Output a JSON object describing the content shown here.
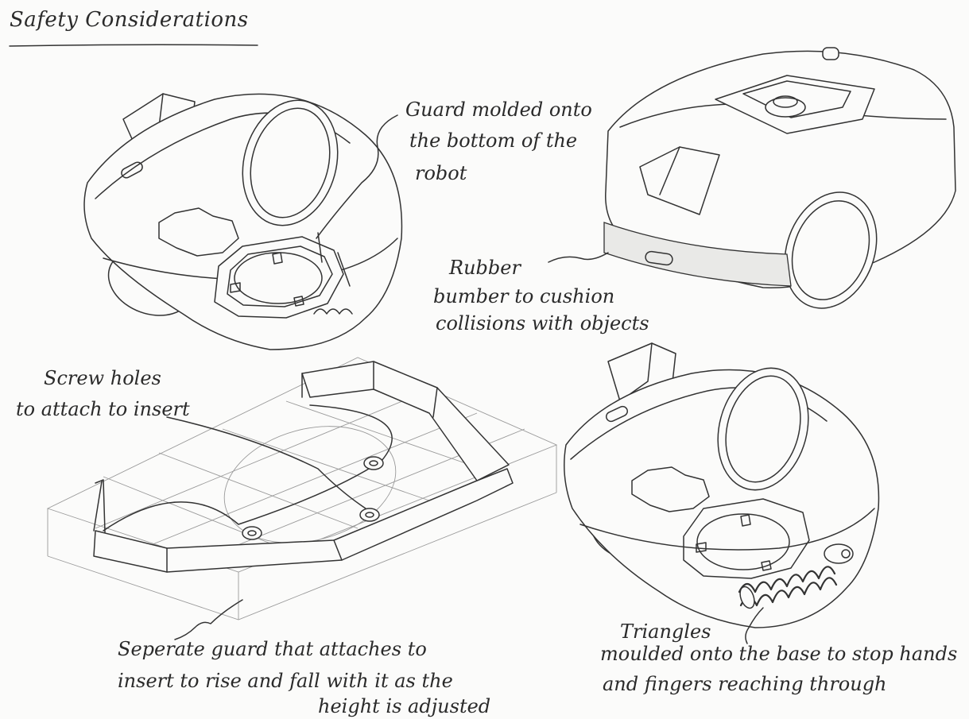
{
  "title": "Safety Considerations",
  "annotations": {
    "guard_molded": [
      "Guard molded onto",
      "the bottom of the",
      "robot"
    ],
    "rubber_bumper": [
      "Rubber",
      "bumber to cushion",
      "collisions with objects"
    ],
    "screw_holes": [
      "Screw holes",
      "to attach to insert"
    ],
    "separate_guard": [
      "Seperate guard that attaches to",
      "insert to rise and fall with it as the",
      "height is adjusted"
    ],
    "triangles": [
      "Triangles",
      "moulded onto the base to stop hands",
      "and fingers reaching through"
    ]
  }
}
